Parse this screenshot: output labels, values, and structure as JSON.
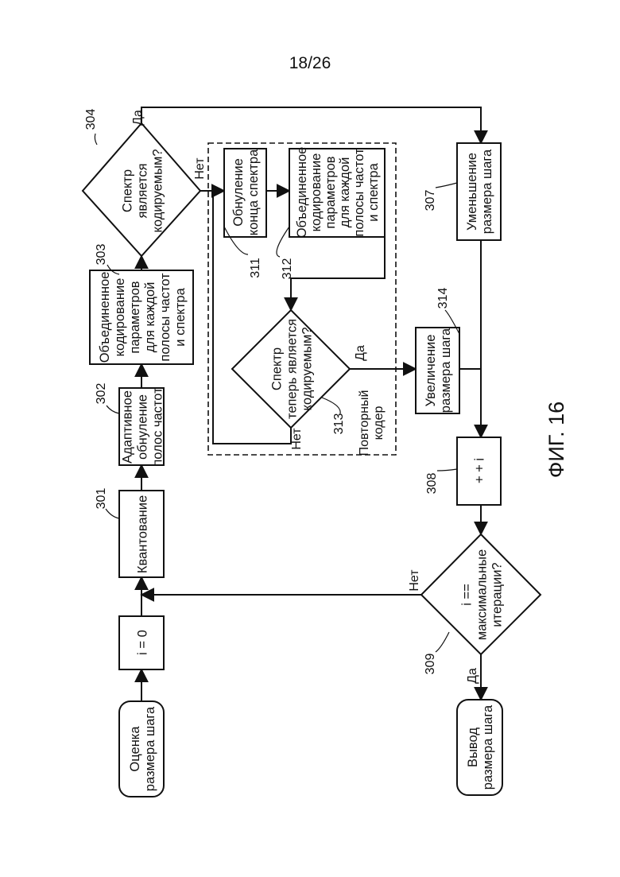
{
  "page_number": "18/26",
  "figure_caption": "ФИГ. 16",
  "nodes": {
    "start": {
      "lines": [
        "Оценка",
        "размера шага"
      ]
    },
    "init": {
      "lines": [
        "i = 0"
      ]
    },
    "quant": {
      "ref": "301",
      "lines": [
        "Квантование"
      ]
    },
    "adaptive": {
      "ref": "302",
      "lines": [
        "Адаптивное",
        "обнуление",
        "полос частот"
      ]
    },
    "joint1": {
      "ref": "303",
      "lines": [
        "Объединенное",
        "кодирование",
        "параметров",
        "для каждой",
        "полосы частот",
        "и спектра"
      ]
    },
    "dec1": {
      "ref": "304",
      "lines": [
        "Спектр",
        "является",
        "кодируемым?"
      ]
    },
    "zero_tail": {
      "ref": "311",
      "lines": [
        "Обнуление",
        "конца спектра"
      ]
    },
    "joint2": {
      "ref": "312",
      "lines": [
        "Объединенное",
        "кодирование",
        "параметров",
        "для каждой",
        "полосы частот",
        "и спектра"
      ]
    },
    "dec2": {
      "ref": "313",
      "lines": [
        "Спектр",
        "теперь является",
        "кодируемым?"
      ]
    },
    "inc": {
      "ref": "314",
      "lines": [
        "Увеличение",
        "размера шага"
      ]
    },
    "dec_step": {
      "ref": "307",
      "lines": [
        "Уменьшение",
        "размера шага"
      ]
    },
    "incr_i": {
      "ref": "308",
      "lines": [
        "+ + i"
      ]
    },
    "dec3": {
      "ref": "309",
      "lines": [
        "i ==",
        "максимальные",
        "итерации?"
      ]
    },
    "output": {
      "lines": [
        "Вывод",
        "размера шага"
      ]
    }
  },
  "recoder_label": [
    "Повторный",
    "кодер"
  ],
  "edge_labels": {
    "dec1_yes": "Да",
    "dec1_no": "Нет",
    "dec2_yes": "Да",
    "dec2_no": "Нет",
    "dec3_no": "Нет",
    "dec3_yes": "Да"
  }
}
